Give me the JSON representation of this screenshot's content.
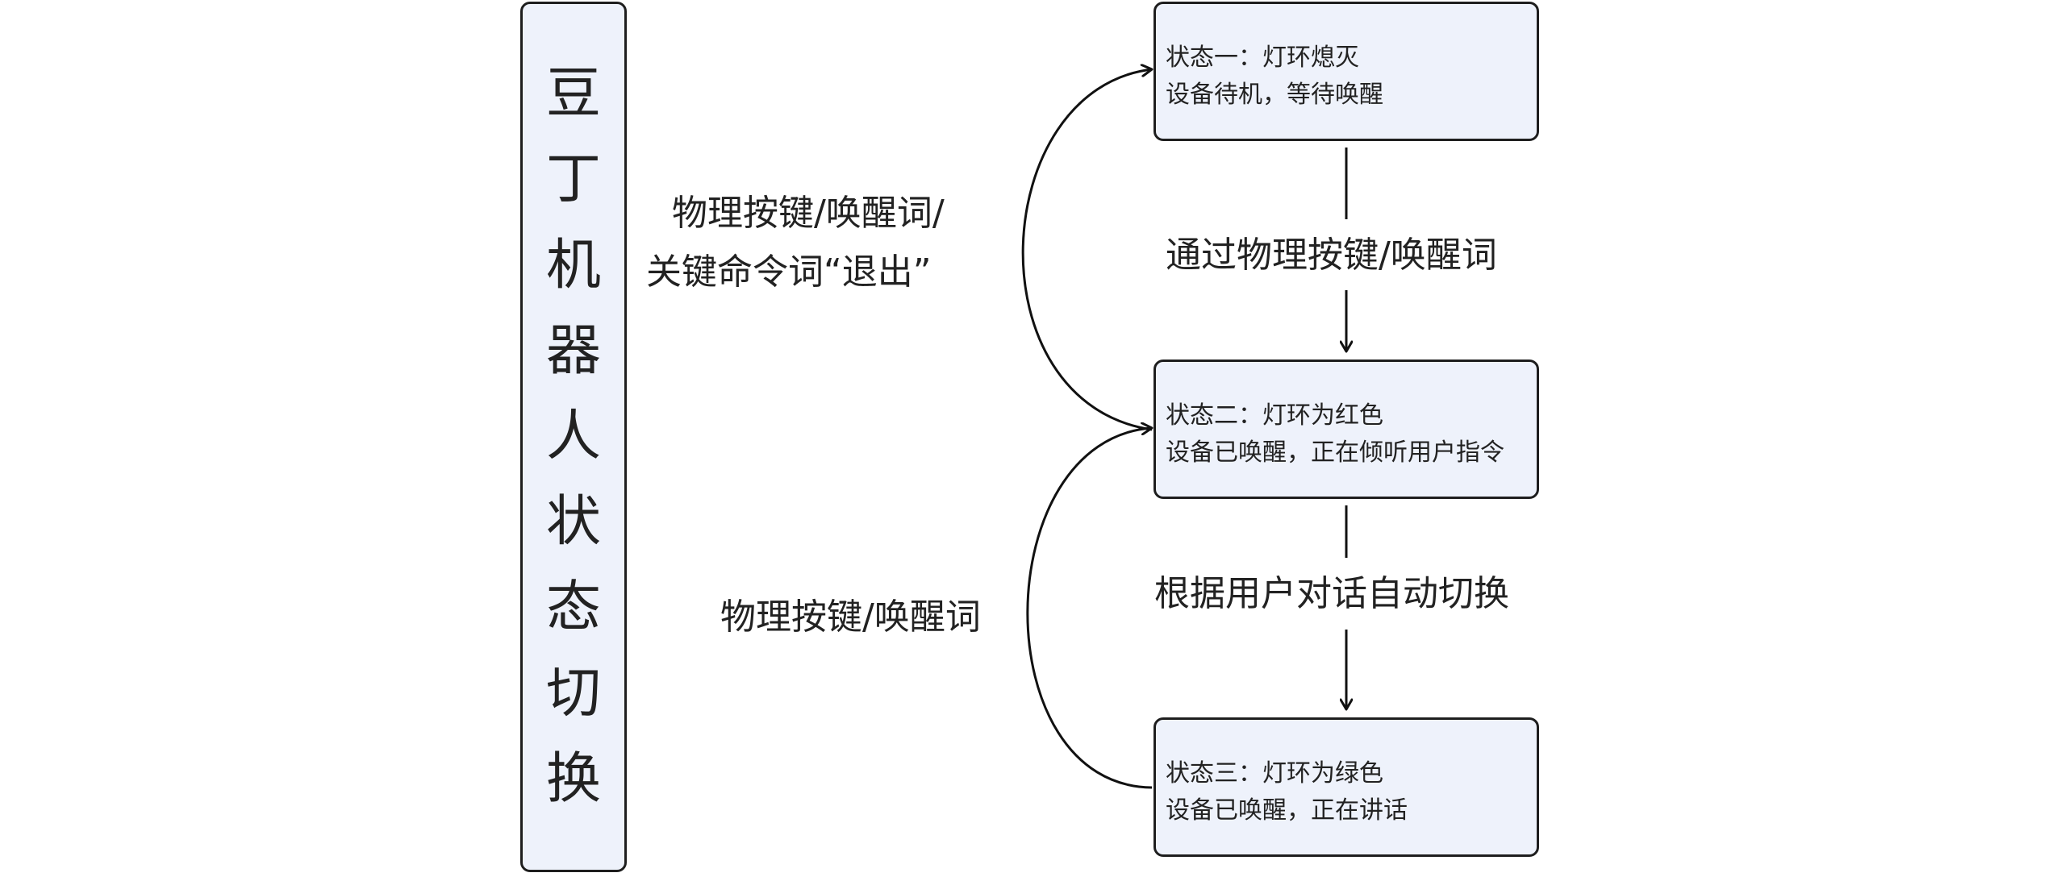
{
  "title_chars": [
    "豆",
    "丁",
    "机",
    "器",
    "人",
    "状",
    "态",
    "切",
    "换"
  ],
  "states": [
    {
      "line1": "状态一：灯环熄灭",
      "line2": "设备待机，等待唤醒"
    },
    {
      "line1": "状态二：灯环为红色",
      "line2": "设备已唤醒，正在倾听用户指令"
    },
    {
      "line1": "状态三：灯环为绿色",
      "line2": "设备已唤醒，正在讲话"
    }
  ],
  "labels": {
    "arrow_1_to_2": "通过物理按键/唤醒词",
    "arrow_2_to_3": "根据用户对话自动切换",
    "arrow_2_to_1_line1": "物理按键/唤醒词/",
    "arrow_2_to_1_line2": "关键命令词“退出”",
    "arrow_3_to_2": "物理按键/唤醒词"
  }
}
